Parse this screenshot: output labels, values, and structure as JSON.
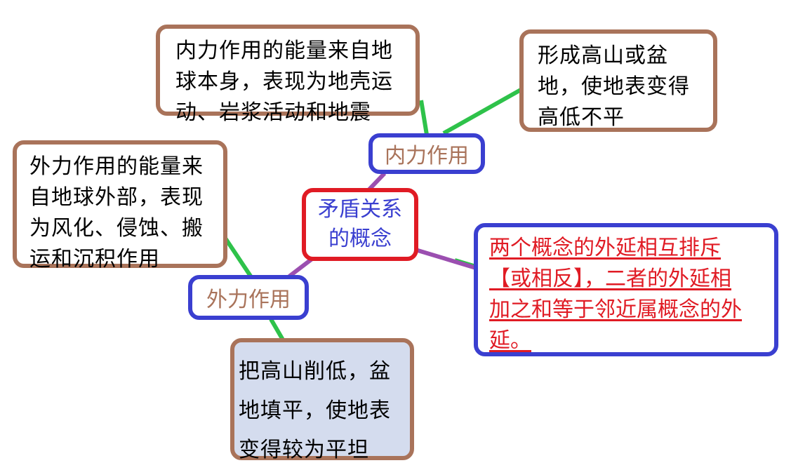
{
  "center": {
    "line1": "矛盾关系",
    "line2": "的概念"
  },
  "internal": {
    "label": "内力作用"
  },
  "external": {
    "label": "外力作用"
  },
  "internal_source": {
    "line1": "内力作用的能量来自地",
    "line2": "球本身，表现为地壳运",
    "line3": "动、岩浆活动和地震"
  },
  "internal_effect": {
    "line1": "形成高山或盆",
    "line2": "地，使地表变得",
    "line3": "高低不平"
  },
  "external_source": {
    "line1": "外力作用的能量来",
    "line2": "自地球外部，表现",
    "line3": "为风化、侵蚀、搬",
    "line4": "运和沉积作用"
  },
  "external_effect": {
    "line1": "把高山削低，盆",
    "line2": "地填平，使地表",
    "line3": "变得较为平坦"
  },
  "definition": {
    "line1": "两个概念的外延相互排斥",
    "line2": "【或相反】，二者的外延相",
    "line3": "加之和等于邻近属概念的外",
    "line4": "延。"
  },
  "colors": {
    "brown": "#a9735a",
    "blue": "#3a3fd0",
    "red": "#e01b24",
    "green": "#2ec24a",
    "purple": "#9b4fb0",
    "pale_blue_fill": "#d4dcee"
  }
}
